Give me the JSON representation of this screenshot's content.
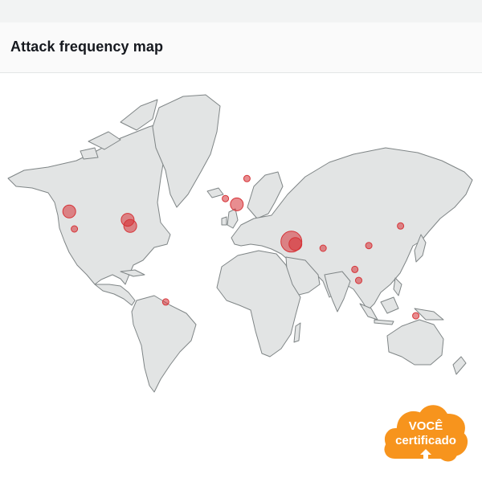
{
  "header": {
    "title": "Attack frequency map"
  },
  "map": {
    "land_color": "#e2e4e4",
    "border_color": "#7f8586",
    "hotspot_color": "#d63438",
    "attack_locations": [
      {
        "name": "us-west-coast",
        "lon": -122,
        "lat": 45,
        "intensity": "high"
      },
      {
        "name": "us-california",
        "lon": -118,
        "lat": 34,
        "intensity": "low"
      },
      {
        "name": "us-east-north",
        "lon": -76,
        "lat": 40,
        "intensity": "high"
      },
      {
        "name": "us-east-south",
        "lon": -74,
        "lat": 36,
        "intensity": "high"
      },
      {
        "name": "uk",
        "lon": 1,
        "lat": 52,
        "intensity": "low"
      },
      {
        "name": "central-europe",
        "lon": 10,
        "lat": 49,
        "intensity": "high"
      },
      {
        "name": "scandinavia",
        "lon": 18,
        "lat": 61,
        "intensity": "low"
      },
      {
        "name": "middle-east",
        "lon": 53,
        "lat": 25,
        "intensity": "very-high"
      },
      {
        "name": "india",
        "lon": 78,
        "lat": 20,
        "intensity": "low"
      },
      {
        "name": "southeast-asia",
        "lon": 103,
        "lat": 3,
        "intensity": "low"
      },
      {
        "name": "indonesia",
        "lon": 106,
        "lat": -6,
        "intensity": "low"
      },
      {
        "name": "hong-kong",
        "lon": 114,
        "lat": 22,
        "intensity": "low"
      },
      {
        "name": "japan",
        "lon": 139,
        "lat": 36,
        "intensity": "low"
      },
      {
        "name": "brazil",
        "lon": -46,
        "lat": -23,
        "intensity": "low"
      },
      {
        "name": "australia",
        "lon": 151,
        "lat": -33,
        "intensity": "low"
      }
    ]
  },
  "badge": {
    "line1": "VOCÊ",
    "line2": "certificado",
    "color": "#f7941d",
    "icon": "upload-arrow-icon"
  }
}
